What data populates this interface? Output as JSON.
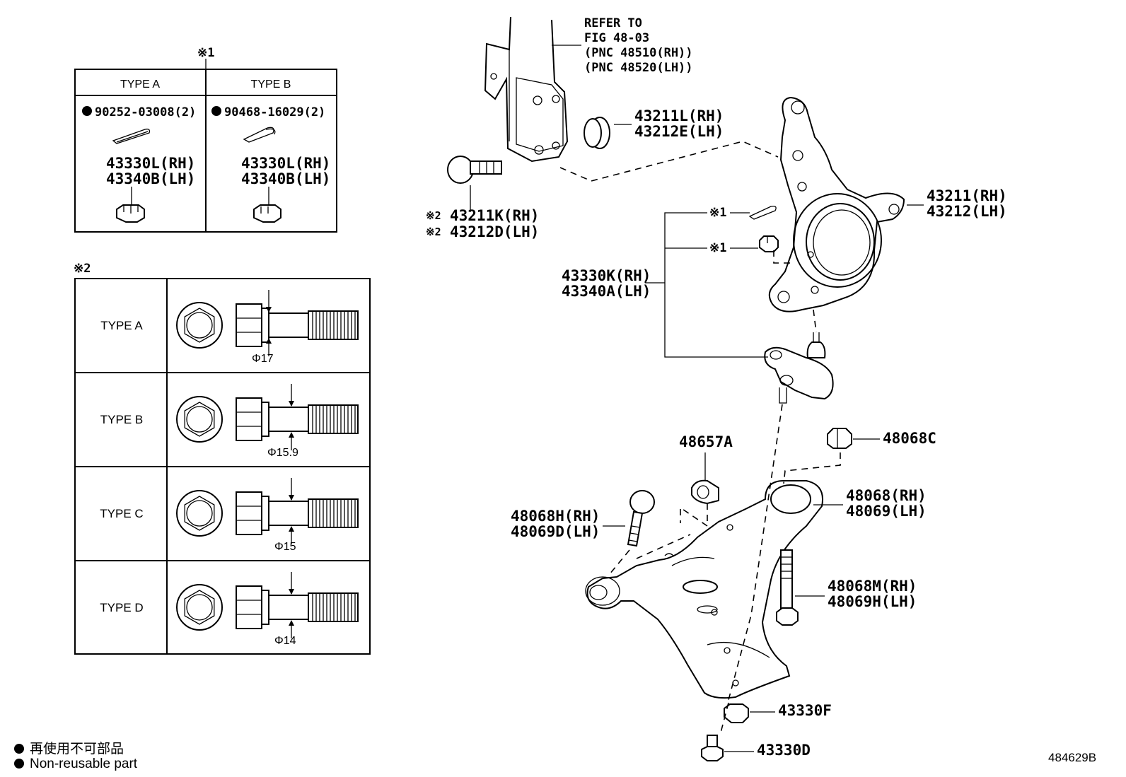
{
  "box1": {
    "mark": "※1",
    "types": [
      {
        "type": "TYPE A",
        "pin": "90252-03008(2)",
        "nut_rh": "43330L(RH)",
        "nut_lh": "43340B(LH)"
      },
      {
        "type": "TYPE B",
        "pin": "90468-16029(2)",
        "nut_rh": "43330L(RH)",
        "nut_lh": "43340B(LH)"
      }
    ]
  },
  "box2": {
    "mark": "※2",
    "rows": [
      {
        "type": "TYPE  A",
        "dia": "Φ17"
      },
      {
        "type": "TYPE  B",
        "dia": "Φ15.9"
      },
      {
        "type": "TYPE  C",
        "dia": "Φ15"
      },
      {
        "type": "TYPE  D",
        "dia": "Φ14"
      }
    ]
  },
  "callouts": {
    "refer": [
      "REFER TO",
      "FIG 48-03",
      "(PNC 48510(RH))",
      "(PNC 48520(LH))"
    ],
    "bushing": [
      "43211L(RH)",
      "43212E(LH)"
    ],
    "bolt": {
      "mark": "※2",
      "rh": "43211K(RH)",
      "lh": "43212D(LH)"
    },
    "knuckle": [
      "43211(RH)",
      "43212(LH)"
    ],
    "pin_mark": "※1",
    "nut_mark": "※1",
    "balljoint": [
      "43330K(RH)",
      "43340A(LH)"
    ],
    "a48657": "48657A",
    "a48068c": "48068C",
    "arm": [
      "48068(RH)",
      "48069(LH)"
    ],
    "frontbolt": [
      "48068H(RH)",
      "48069D(LH)"
    ],
    "rearbolt": [
      "48068M(RH)",
      "48069H(LH)"
    ],
    "a43330f": "43330F",
    "a43330d": "43330D"
  },
  "legend": {
    "line1": "再使用不可部品",
    "line2": "Non-reusable part"
  },
  "figure_number": "484629B"
}
